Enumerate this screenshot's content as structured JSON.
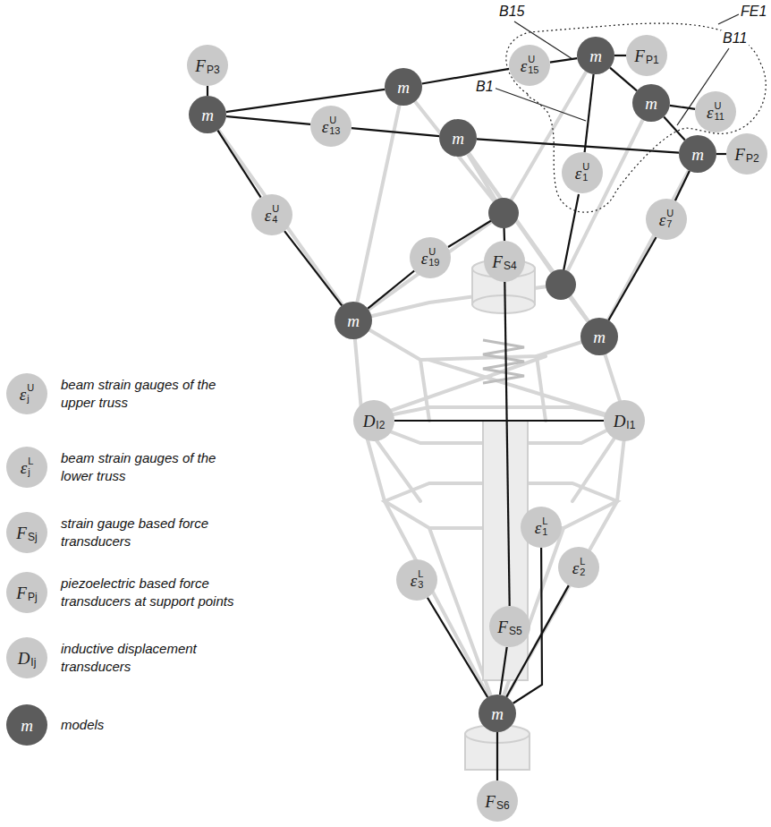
{
  "diagram": {
    "nodes": [
      {
        "text": [
          "FP3"
        ]
      },
      {
        "text": [
          "ε15U"
        ]
      },
      {
        "text": [
          "m"
        ]
      },
      {
        "text": [
          "FP1"
        ]
      },
      {
        "text": [
          "m"
        ]
      },
      {
        "text": [
          "m"
        ]
      },
      {
        "text": [
          "m"
        ]
      },
      {
        "text": [
          "ε11U"
        ]
      },
      {
        "text": [
          "ε13U"
        ]
      },
      {
        "text": [
          "m"
        ]
      },
      {
        "text": [
          "m"
        ]
      },
      {
        "text": [
          "FP2"
        ]
      },
      {
        "text": [
          "ε1U"
        ]
      },
      {
        "text": [
          "ε4U"
        ]
      },
      {
        "text": [
          "ε7U"
        ]
      },
      {
        "text": [
          "ε19U"
        ]
      },
      {
        "text": [
          "FS4"
        ]
      },
      {
        "text": [
          "m"
        ]
      },
      {
        "text": [
          "m"
        ]
      },
      {
        "text": [
          "DI2"
        ]
      },
      {
        "text": [
          "DI1"
        ]
      },
      {
        "text": [
          "ε1L"
        ]
      },
      {
        "text": [
          "ε2L"
        ]
      },
      {
        "text": [
          "ε3L"
        ]
      },
      {
        "text": [
          "FS5"
        ]
      },
      {
        "text": [
          "m"
        ]
      },
      {
        "text": [
          "FS6"
        ]
      },
      {
        "text": [
          "εjU"
        ]
      },
      {
        "text": [
          "εjL"
        ]
      },
      {
        "text": [
          "FSj"
        ]
      },
      {
        "text": [
          "FPj"
        ]
      },
      {
        "text": [
          "DIj"
        ]
      },
      {
        "text": [
          "m"
        ]
      }
    ],
    "edges": [
      {
        "from": 0,
        "to": 6,
        "arrow": "none"
      },
      {
        "from": 6,
        "to": 4,
        "arrow": "none"
      },
      {
        "from": 4,
        "to": 1,
        "arrow": "none"
      },
      {
        "from": 1,
        "to": 2,
        "arrow": "none"
      },
      {
        "from": 2,
        "to": 3,
        "arrow": "none"
      },
      {
        "from": 2,
        "to": 5,
        "arrow": "none"
      },
      {
        "from": 5,
        "to": 10,
        "arrow": "none"
      },
      {
        "from": 5,
        "to": 7,
        "arrow": "none"
      },
      {
        "from": 6,
        "to": 8,
        "arrow": "none"
      },
      {
        "from": 8,
        "to": 9,
        "arrow": "none"
      },
      {
        "from": 9,
        "to": 10,
        "arrow": "none"
      },
      {
        "from": 10,
        "to": 11,
        "arrow": "none"
      },
      {
        "from": 2,
        "to": 12,
        "arrow": "none"
      },
      {
        "from": 10,
        "to": 14,
        "arrow": "none"
      },
      {
        "from": 14,
        "to": 18,
        "arrow": "none"
      },
      {
        "from": 6,
        "to": 13,
        "arrow": "none"
      },
      {
        "from": 13,
        "to": 17,
        "arrow": "none"
      },
      {
        "from": 17,
        "to": 15,
        "arrow": "none"
      },
      {
        "from": 16,
        "to": 24,
        "arrow": "none"
      },
      {
        "from": 24,
        "to": 25,
        "arrow": "none"
      },
      {
        "from": 19,
        "to": 20,
        "arrow": "none"
      },
      {
        "from": 23,
        "to": 25,
        "arrow": "none"
      },
      {
        "from": 22,
        "to": 25,
        "arrow": "none"
      },
      {
        "from": 21,
        "to": 25,
        "arrow": "none"
      },
      {
        "from": 25,
        "to": 26,
        "arrow": "none"
      }
    ],
    "labels": [
      "B15",
      "B1",
      "B11",
      "FE1"
    ],
    "legend": [
      {
        "text": "beam strain gauges of the upper truss",
        "color": "#c9c9c9"
      },
      {
        "text": "beam strain gauges of the lower truss",
        "color": "#c9c9c9"
      },
      {
        "text": "strain gauge based force transducers",
        "color": "#c9c9c9"
      },
      {
        "text": "piezoelectric based force transducers at support points",
        "color": "#c9c9c9"
      },
      {
        "text": "inductive displacement transducers",
        "color": "#c9c9c9"
      },
      {
        "text": "models",
        "color": "#5c5c5c"
      }
    ]
  }
}
